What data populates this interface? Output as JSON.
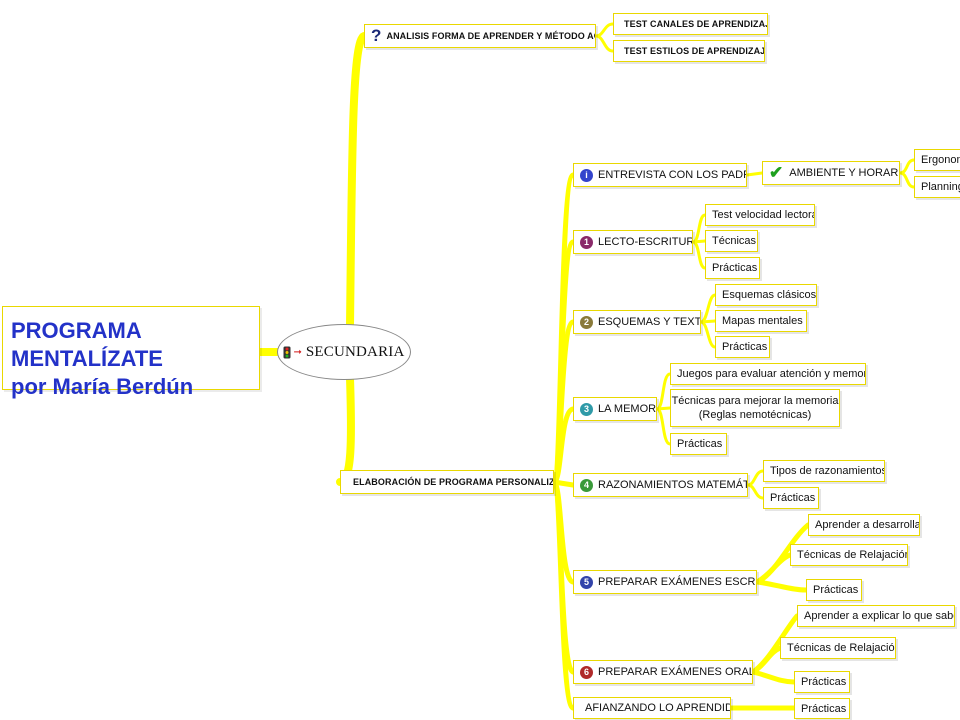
{
  "title": {
    "line1": "PROGRAMA MENTALÍZATE",
    "line2": "por María Berdún"
  },
  "central": {
    "label": "SECUNDARIA"
  },
  "colors": {
    "branch": "#ffff00",
    "title_text": "#2332c8",
    "node_border": "#e9d800"
  },
  "branches": {
    "analisis": {
      "label": "ANALISIS FORMA DE APRENDER Y MÉTODO ACTUAL",
      "icon": "question-icon",
      "children": [
        "TEST CANALES DE APRENDIZAJE",
        "TEST ESTILOS DE APRENDIZAJE"
      ],
      "child_icon": "book-icon"
    },
    "elaboracion": {
      "label": "ELABORACIÓN DE PROGRAMA PERSONALIZADO",
      "icon": "lightbulb-icon"
    }
  },
  "topics": {
    "entrevista": {
      "label": "ENTREVISTA CON LOS PADRES",
      "badge": "i",
      "badge_color": "#3344cc",
      "sub": {
        "label": "AMBIENTE Y HORARIOS",
        "icon": "checkmark-icon",
        "children": [
          "Ergonomía",
          "Planning"
        ]
      }
    },
    "lecto": {
      "label": "LECTO-ESCRITURA",
      "badge": "1",
      "badge_color": "#8a2a6a",
      "children": [
        "Test velocidad lectora",
        "Técnicas",
        "Prácticas"
      ]
    },
    "esquemas": {
      "label": "ESQUEMAS Y TEXTOS",
      "badge": "2",
      "badge_color": "#8a7a3a",
      "children": [
        "Esquemas clásicos",
        "Mapas mentales",
        "Prácticas"
      ]
    },
    "memoria": {
      "label": "LA MEMORIA",
      "badge": "3",
      "badge_color": "#2f9aa8",
      "children": [
        "Juegos para evaluar atención y memoria",
        "Técnicas para mejorar la memoria",
        "(Reglas nemotécnicas)",
        "Prácticas"
      ]
    },
    "razonamientos": {
      "label": "RAZONAMIENTOS MATEMÁTICOS",
      "badge": "4",
      "badge_color": "#3a9a3a",
      "children": [
        "Tipos de razonamientos",
        "Prácticas"
      ]
    },
    "escritos": {
      "label": "PREPARAR EXÁMENES ESCRITOS",
      "badge": "5",
      "badge_color": "#3344aa",
      "children": [
        "Aprender a desarrollar",
        "Técnicas de Relajación",
        "Prácticas"
      ]
    },
    "orales": {
      "label": "PREPARAR EXÁMENES ORALES",
      "badge": "6",
      "badge_color": "#b02a2a",
      "children": [
        "Aprender a explicar lo que sabes",
        "Técnicas de Relajación",
        "Prácticas"
      ]
    },
    "afianzando": {
      "label": "AFIANZANDO LO APRENDIDO",
      "icon": "smiley-icon",
      "children": [
        "Prácticas"
      ]
    }
  }
}
